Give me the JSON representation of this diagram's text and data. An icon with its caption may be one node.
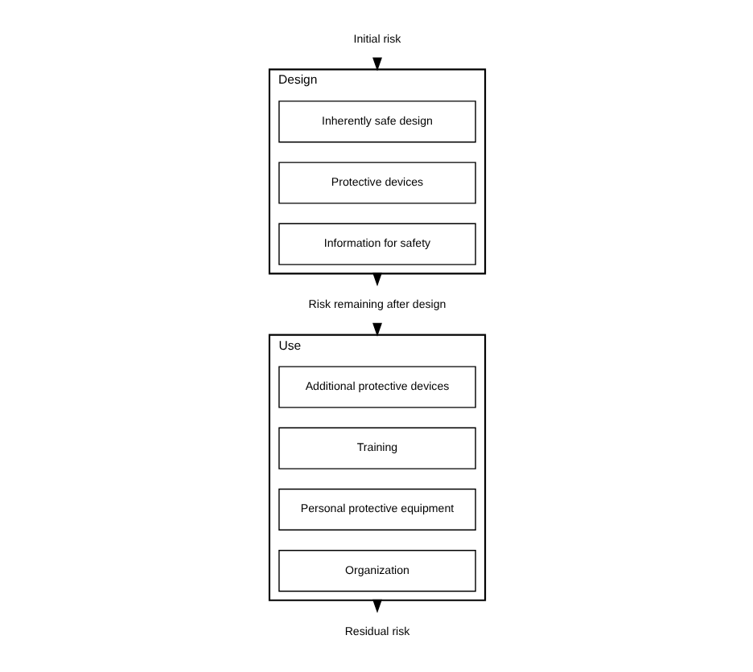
{
  "diagram": {
    "nodes": [
      {
        "text": [
          "Initial risk"
        ]
      },
      {
        "text": [
          "Design"
        ]
      },
      {
        "text": [
          "Inherently safe design"
        ],
        "in": 1
      },
      {
        "text": [
          "Protective devices"
        ],
        "in": 1
      },
      {
        "text": [
          "Information for safety"
        ],
        "in": 1
      },
      {
        "text": [
          "Risk remaining after design"
        ]
      },
      {
        "text": [
          "Use"
        ]
      },
      {
        "text": [
          "Additional protective devices"
        ],
        "in": 6
      },
      {
        "text": [
          "Training"
        ],
        "in": 6
      },
      {
        "text": [
          "Personal protective equipment"
        ],
        "in": 6
      },
      {
        "text": [
          "Organization"
        ],
        "in": 6
      },
      {
        "text": [
          "Residual risk"
        ]
      }
    ],
    "edges": [
      {
        "from": 0,
        "to": 1,
        "arrow": "to"
      },
      {
        "from": 1,
        "to": 5,
        "arrow": "to"
      },
      {
        "from": 5,
        "to": 6,
        "arrow": "to"
      },
      {
        "from": 6,
        "to": 11,
        "arrow": "to"
      }
    ]
  }
}
